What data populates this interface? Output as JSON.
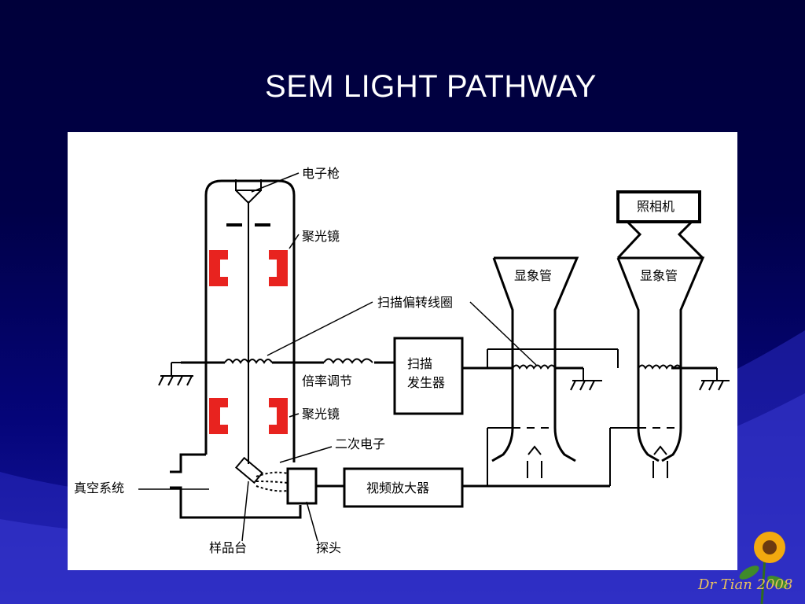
{
  "slide": {
    "title": "SEM LIGHT PATHWAY",
    "signature": "Dr Tian 2008"
  },
  "diagram": {
    "labels": {
      "electron_gun": "电子枪",
      "condenser_top": "聚光镜",
      "condenser_bottom": "聚光镜",
      "scan_coil": "扫描偏转线圈",
      "magnification": "倍率调节",
      "scan_gen_line1": "扫描",
      "scan_gen_line2": "发生器",
      "crt_left": "显象管",
      "crt_right": "显象管",
      "camera": "照相机",
      "secondary_electron": "二次电子",
      "vacuum": "真空系统",
      "video_amp": "视频放大器",
      "sample_stage": "样品台",
      "probe": "探头"
    }
  },
  "colors": {
    "background_top": "#00003a",
    "background_bottom": "#1a1aa8",
    "lens_red": "#e8231f",
    "diagram_line": "#000000"
  }
}
